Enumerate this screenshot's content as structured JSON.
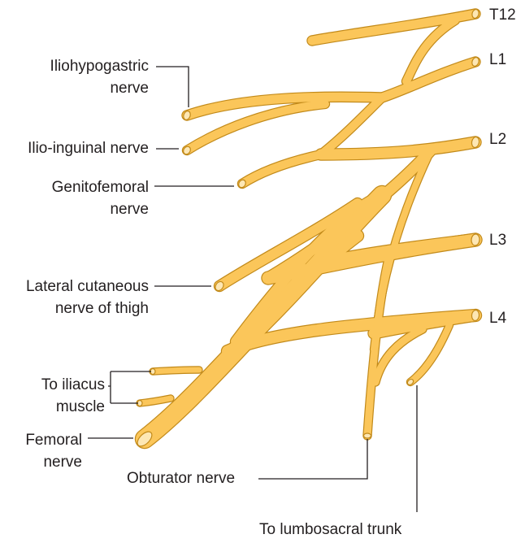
{
  "colors": {
    "nerve_fill": "#fbc65a",
    "nerve_outline": "#c28a1a",
    "nerve_end": "#fde7b4",
    "text": "#231f20",
    "background": "#ffffff"
  },
  "roots": {
    "t12": "T12",
    "l1": "L1",
    "l2": "L2",
    "l3": "L3",
    "l4": "L4"
  },
  "labels": {
    "iliohypogastric_1": "Iliohypogastric",
    "iliohypogastric_2": "nerve",
    "ilioinguinal": "Ilio-inguinal nerve",
    "genitofemoral_1": "Genitofemoral",
    "genitofemoral_2": "nerve",
    "lateral_cutaneous_1": "Lateral cutaneous",
    "lateral_cutaneous_2": "nerve of thigh",
    "iliacus_1": "To iliacus",
    "iliacus_2": "muscle",
    "femoral_1": "Femoral",
    "femoral_2": "nerve",
    "obturator": "Obturator nerve",
    "lumbosacral": "To lumbosacral trunk"
  }
}
